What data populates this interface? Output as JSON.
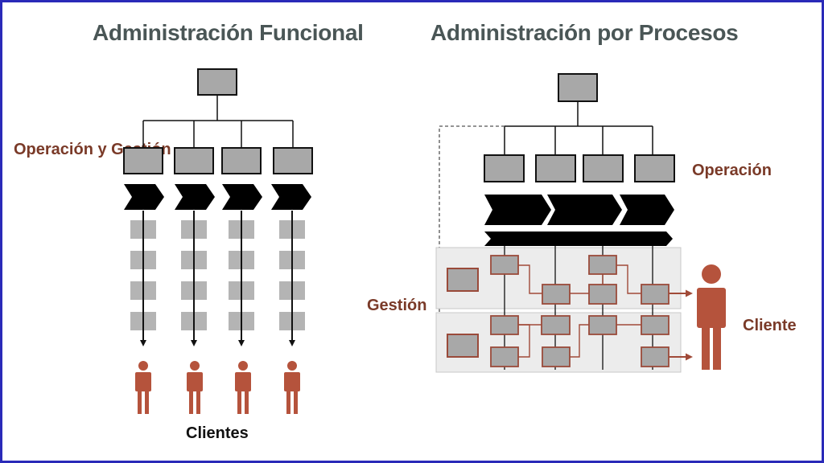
{
  "titles": {
    "functional": "Administración Funcional",
    "process": "Administración por Procesos"
  },
  "labels": {
    "operation_management": "Operación y Gestión",
    "operation": "Operación",
    "management": "Gestión",
    "client": "Cliente",
    "clients": "Clientes"
  },
  "colors": {
    "frame_border": "#2a2ab8",
    "title_text": "#4a5656",
    "label_brown": "#7a3a28",
    "box_fill": "#a8a8a8",
    "box_stroke": "#111111",
    "process_box_stroke": "#9a4a3a",
    "person": "#b5533c",
    "band_fill": "#ececec",
    "chevron": "#000000"
  },
  "icons": {
    "person": "person-icon",
    "chevron": "chevron-arrow-icon"
  }
}
